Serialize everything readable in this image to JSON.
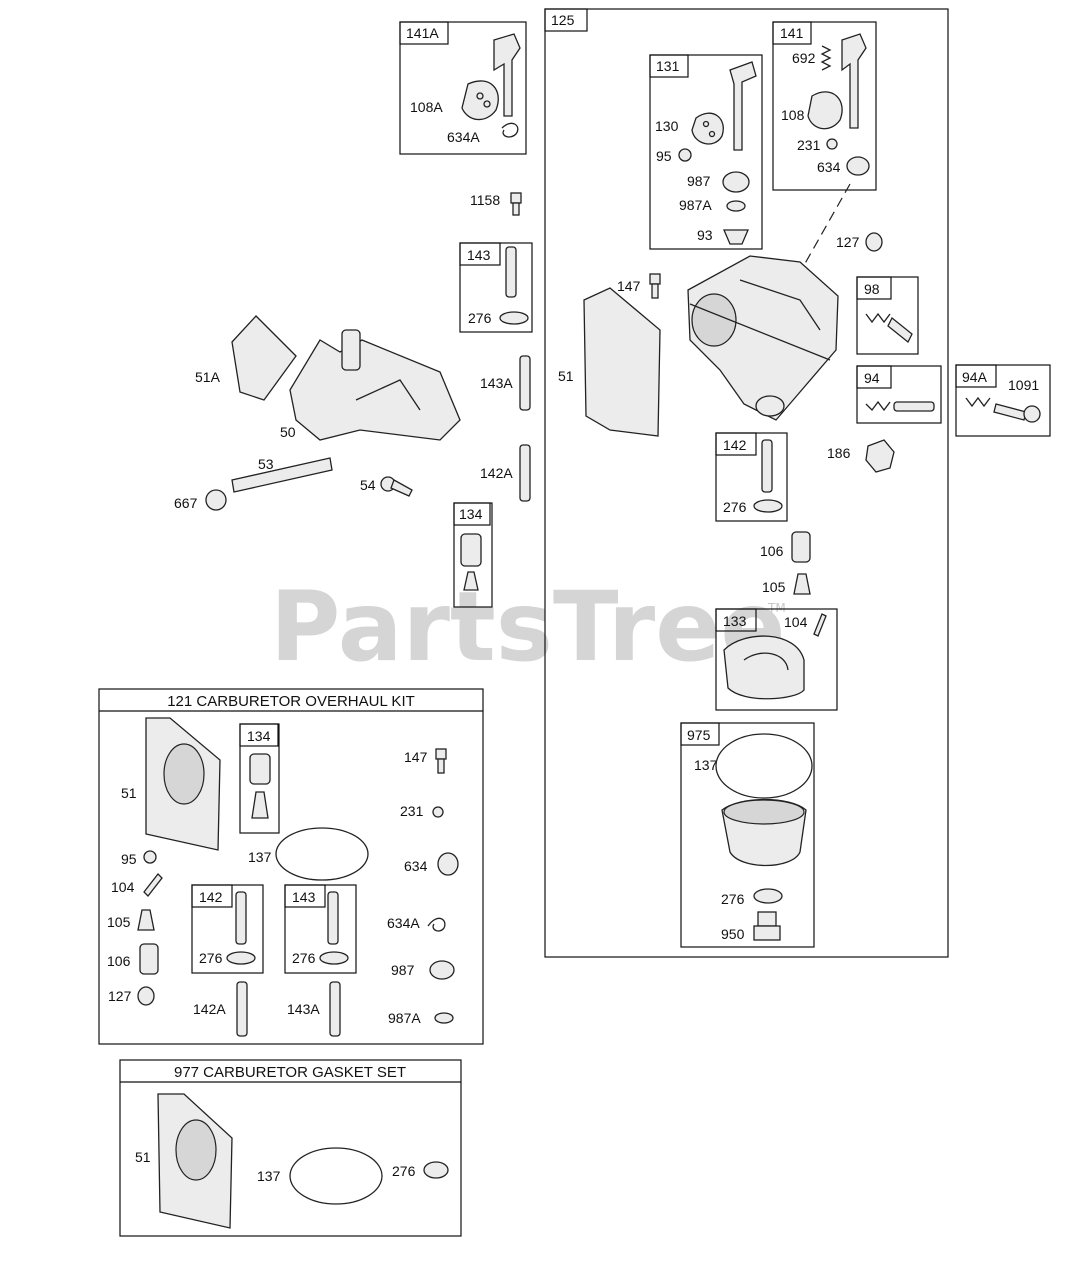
{
  "watermark": {
    "text": "PartsTree",
    "mark": "TM"
  },
  "kits": {
    "overhaul_title": "121 CARBURETOR OVERHAUL KIT",
    "gasket_title": "977 CARBURETOR GASKET SET"
  },
  "boxes": {
    "b125": "125",
    "b141A": "141A",
    "b131": "131",
    "b141": "141",
    "b143": "143",
    "b98": "98",
    "b94": "94",
    "b94A": "94A",
    "b142": "142",
    "b134": "134",
    "b133": "133",
    "b975": "975",
    "k134": "134",
    "k142": "142",
    "k143": "143"
  },
  "labels": {
    "l108A": "108A",
    "l634A": "634A",
    "l1158": "1158",
    "l276a": "276",
    "l51A": "51A",
    "l50": "50",
    "l143A": "143A",
    "l142A": "142A",
    "l53": "53",
    "l54": "54",
    "l667": "667",
    "l130": "130",
    "l95": "95",
    "l987": "987",
    "l987A": "987A",
    "l93": "93",
    "l692": "692",
    "l108": "108",
    "l231": "231",
    "l634": "634",
    "l127": "127",
    "l147": "147",
    "l51": "51",
    "l1091": "1091",
    "l186": "186",
    "l276b": "276",
    "l106": "106",
    "l105": "105",
    "l104": "104",
    "l137": "137",
    "l276c": "276",
    "l950": "950",
    "k51": "51",
    "k95": "95",
    "k104": "104",
    "k105": "105",
    "k106": "106",
    "k127": "127",
    "k137": "137",
    "k276a": "276",
    "k276b": "276",
    "k142A": "142A",
    "k143A": "143A",
    "k147": "147",
    "k231": "231",
    "k634": "634",
    "k634A": "634A",
    "k987": "987",
    "k987A": "987A",
    "g51": "51",
    "g137": "137",
    "g276": "276"
  }
}
